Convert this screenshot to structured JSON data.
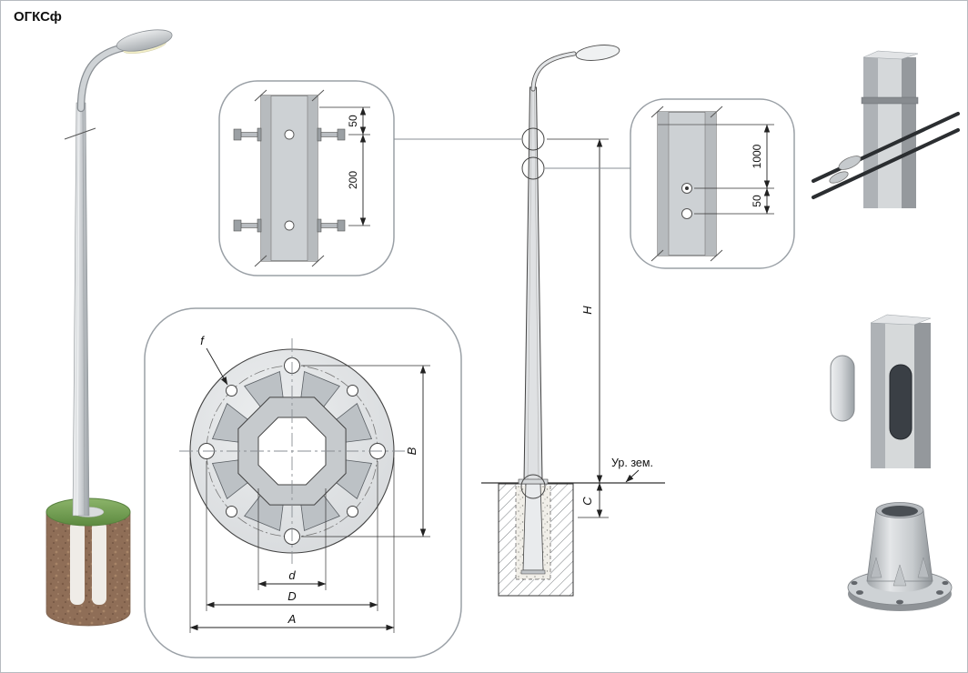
{
  "title": "ОГКСф",
  "callout_bolt_detail": {
    "dim_edge_offset": "50",
    "dim_bolt_spacing": "200"
  },
  "callout_flange_plan": {
    "hole_label": "f",
    "dim_bolt_span": "B",
    "dim_opening": "d",
    "dim_bolt_circle": "D",
    "dim_outer": "A"
  },
  "elevation": {
    "dim_height": "H",
    "dim_embedment": "C",
    "ground_label": "Ур. зем."
  },
  "callout_hole_detail": {
    "dim_top_offset": "1000",
    "dim_hole_spacing": "50"
  },
  "colors": {
    "line": "#3c3c3c",
    "callout_border": "#9aa0a6",
    "metal_light": "#d6d9db",
    "metal_dark": "#9aa0a5",
    "grass": "#6f9c50",
    "soil": "#8f6e57",
    "lamp_glow": "#f4f0c8",
    "cable": "#2b2e31"
  }
}
